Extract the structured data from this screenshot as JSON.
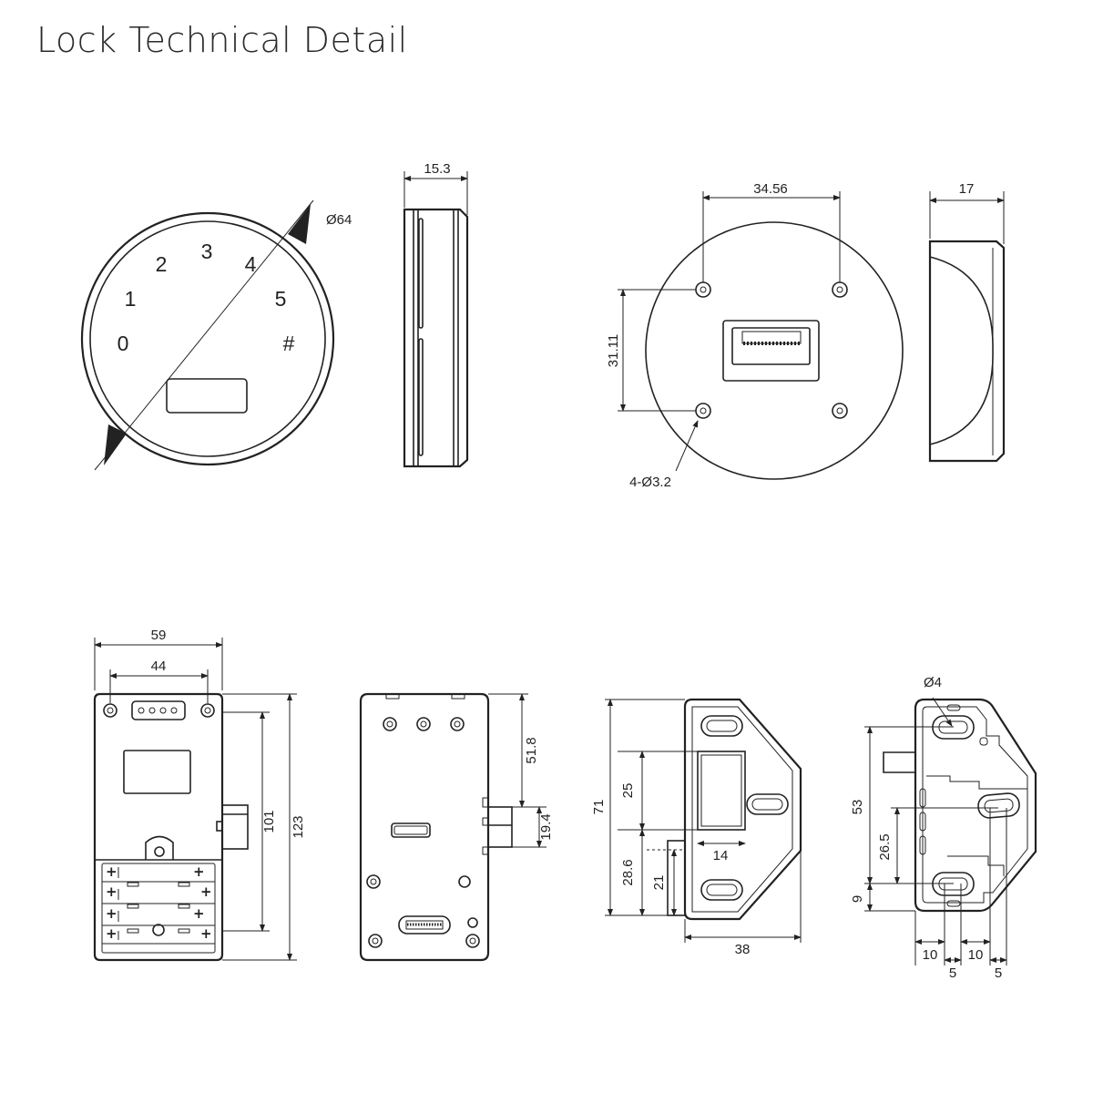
{
  "page": {
    "title": "Lock Technical Detail"
  },
  "keypad": {
    "keys": [
      "0",
      "1",
      "2",
      "3",
      "4",
      "5",
      "#"
    ],
    "diameter": "Ø64"
  },
  "keypad_side": {
    "thickness": "15.3"
  },
  "keypad_back": {
    "hole_spacing_h": "34.56",
    "hole_spacing_v": "31.11",
    "holes": "4-Ø3.2"
  },
  "keypad_back_side": {
    "depth": "17"
  },
  "body_front": {
    "width_outer": "59",
    "width_inner": "44",
    "height_inner": "101",
    "height_total": "123",
    "battery_plus": "+",
    "battery_minus": "—"
  },
  "body_back": {
    "height_top": "51.8",
    "bolt_size": "19.4"
  },
  "strike_front": {
    "height_total": "71",
    "opening_height": "25",
    "lower_height": "28.6",
    "bolt_offset": "21",
    "opening_width": "14",
    "width": "38"
  },
  "strike_side": {
    "hole_dia": "Ø4",
    "height": "53",
    "mid_height": "26.5",
    "bottom_offset": "9",
    "spacing_a": "10",
    "spacing_b": "10",
    "edge_a": "5",
    "edge_b": "5"
  }
}
